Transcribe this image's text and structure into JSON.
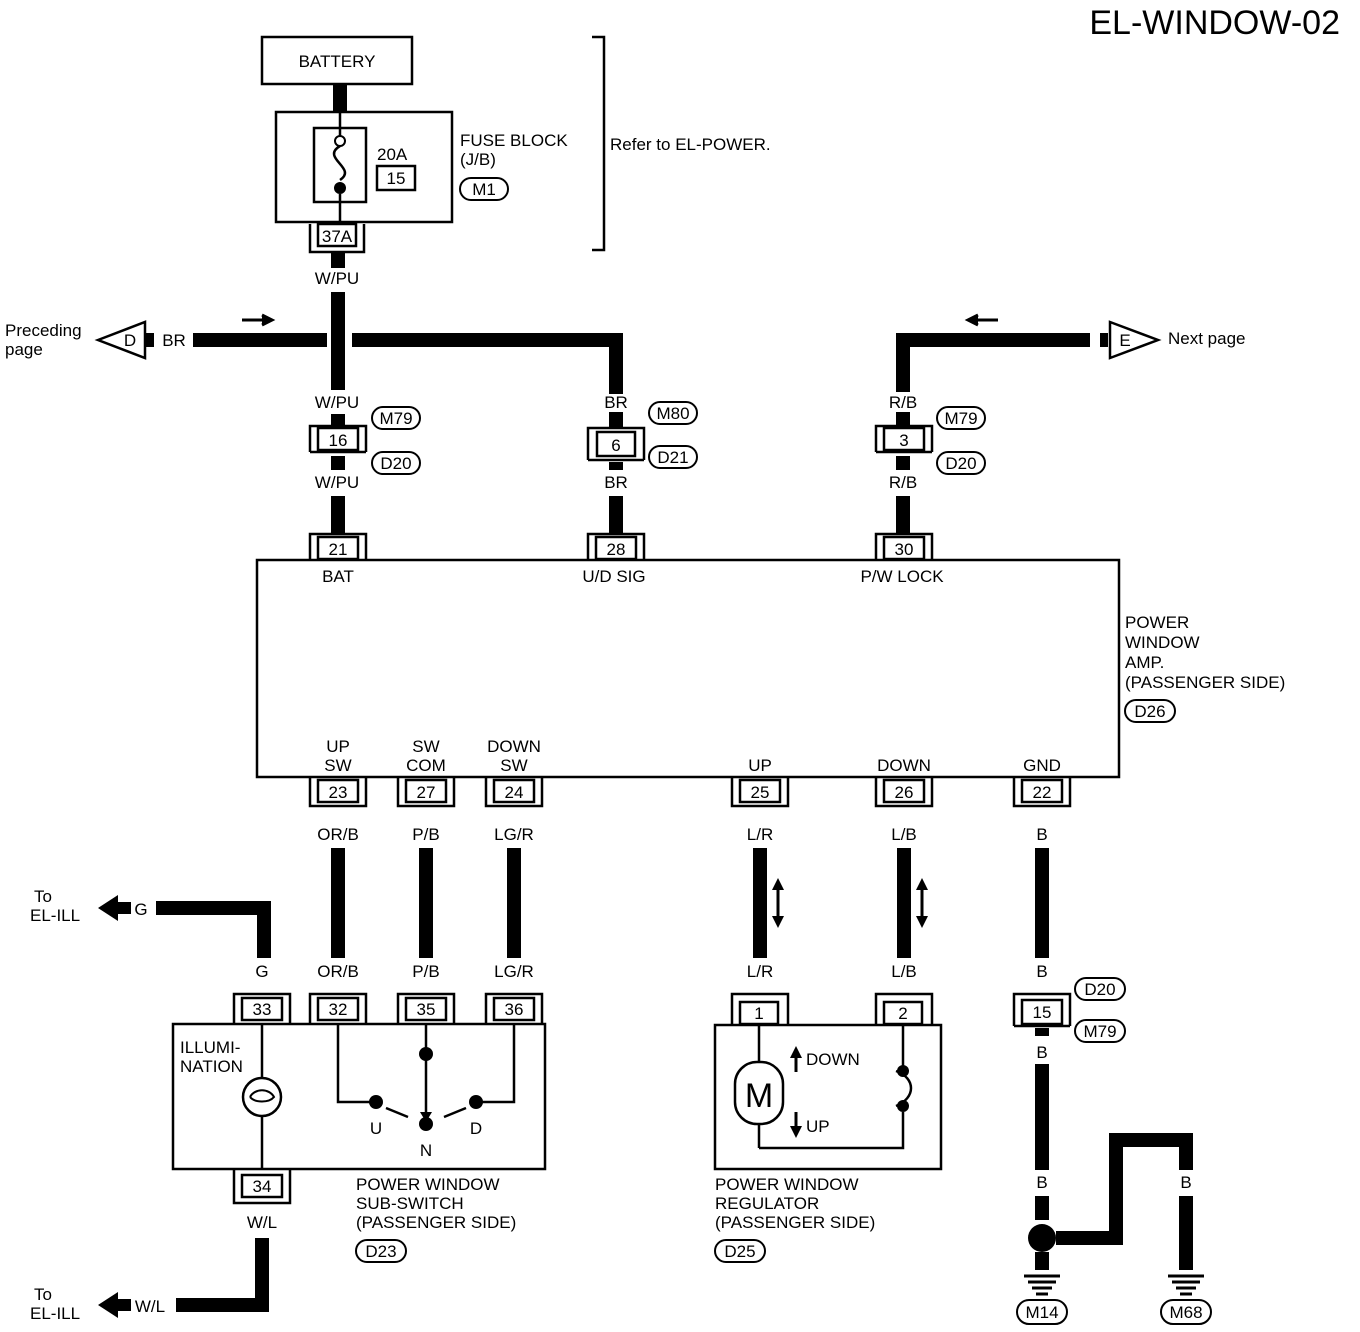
{
  "title": "EL-WINDOW-02",
  "battery": "BATTERY",
  "fuse": {
    "rating": "20A",
    "number": "15",
    "block_line1": "FUSE BLOCK",
    "block_line2": "(J/B)",
    "connector": "M1",
    "terminal": "37A",
    "note": "Refer to EL-POWER."
  },
  "wires": {
    "w_pu": "W/PU",
    "br": "BR",
    "r_b": "R/B",
    "or_b": "OR/B",
    "p_b": "P/B",
    "lg_r": "LG/R",
    "l_r": "L/R",
    "l_b": "L/B",
    "b": "B",
    "g": "G",
    "w_l": "W/L"
  },
  "nav": {
    "preceding_line1": "Preceding",
    "preceding_line2": "page",
    "preceding_marker": "D",
    "next": "Next page",
    "next_marker": "E",
    "to": "To",
    "el_ill": "EL-ILL"
  },
  "junctions": [
    {
      "pin": "16",
      "top": "M79",
      "bottom": "D20"
    },
    {
      "pin": "6",
      "top": "M80",
      "bottom": "D21"
    },
    {
      "pin": "3",
      "top": "M79",
      "bottom": "D20"
    },
    {
      "pin": "15",
      "top": "D20",
      "bottom": "M79"
    }
  ],
  "amp": {
    "name_lines": [
      "POWER",
      "WINDOW",
      "AMP.",
      "(PASSENGER SIDE)"
    ],
    "connector": "D26",
    "top_pins": [
      {
        "pin": "21",
        "label": "BAT"
      },
      {
        "pin": "28",
        "label": "U/D SIG"
      },
      {
        "pin": "30",
        "label": "P/W LOCK"
      }
    ],
    "bottom_pins": [
      {
        "pin": "23",
        "label1": "UP",
        "label2": "SW"
      },
      {
        "pin": "27",
        "label1": "SW",
        "label2": "COM"
      },
      {
        "pin": "24",
        "label1": "DOWN",
        "label2": "SW"
      },
      {
        "pin": "25",
        "label1": "",
        "label2": "UP"
      },
      {
        "pin": "26",
        "label1": "",
        "label2": "DOWN"
      },
      {
        "pin": "22",
        "label1": "",
        "label2": "GND"
      }
    ]
  },
  "subswitch": {
    "name_lines": [
      "POWER WINDOW",
      "SUB-SWITCH",
      "(PASSENGER SIDE)"
    ],
    "connector": "D23",
    "illum_lines": [
      "ILLUMI-",
      "NATION"
    ],
    "pins": [
      "33",
      "32",
      "35",
      "36",
      "34"
    ],
    "positions": [
      "U",
      "N",
      "D"
    ]
  },
  "regulator": {
    "name_lines": [
      "POWER WINDOW",
      "REGULATOR",
      "(PASSENGER SIDE)"
    ],
    "connector": "D25",
    "motor": "M",
    "pins": [
      "1",
      "2"
    ],
    "down": "DOWN",
    "up": "UP"
  },
  "grounds": [
    "M14",
    "M68"
  ]
}
